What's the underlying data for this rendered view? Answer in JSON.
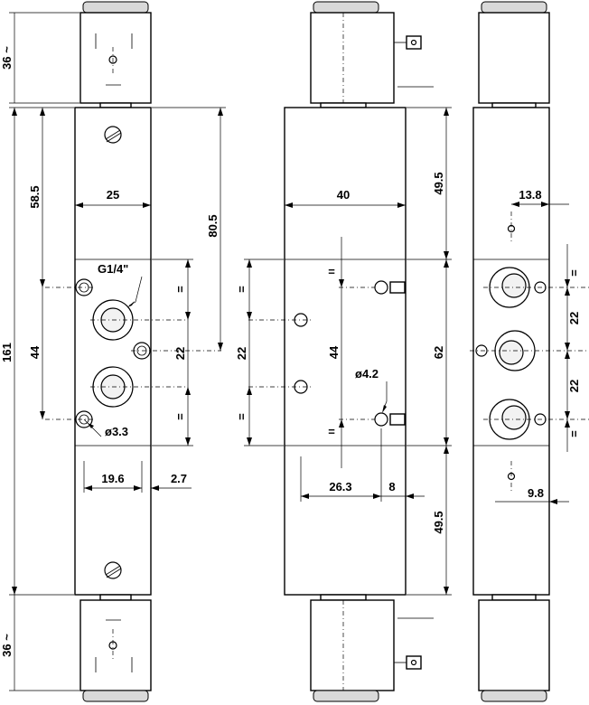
{
  "dimensions": {
    "coil_top": "36 ~",
    "coil_bottom": "36 ~",
    "total_height": "161",
    "front_top_section": "58.5",
    "front_width": "25",
    "front_port_center": "80.5",
    "front_mount_spacing": "44",
    "front_port_spacing": "22",
    "thread": "G1/4\"",
    "front_mount_hole": "ø3.3",
    "front_hole_offset": "19.6",
    "front_edge_offset": "2.7",
    "side_width": "40",
    "side_mid_spacing": "22",
    "side_mount_spacing": "44",
    "side_pilot_hole": "ø4.2",
    "side_hole_offset": "26.3",
    "side_edge_offset": "8",
    "side_upper_section": "49.5",
    "side_middle_section": "62",
    "side_lower_section": "49.5",
    "back_top_offset": "13.8",
    "back_port_spacing_upper": "22",
    "back_port_spacing_lower": "22",
    "back_bottom_offset": "9.8"
  },
  "equal_mark": "="
}
